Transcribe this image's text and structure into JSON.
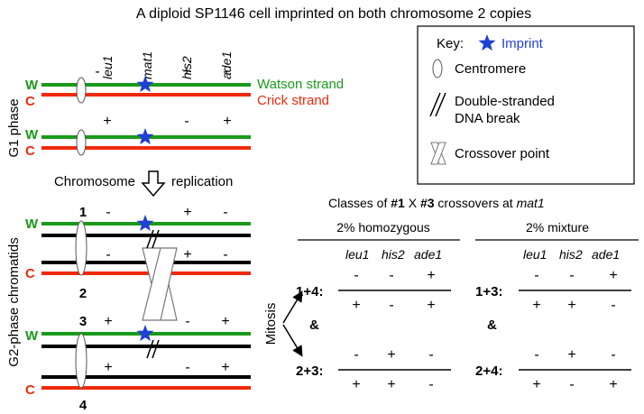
{
  "title": "A diploid SP1146 cell imprinted on both chromosome 2 copies",
  "phases": {
    "g1": "G1 phase",
    "g2": "G2-phase chromatids"
  },
  "genes": [
    "leu1",
    "mat1",
    "his2",
    "ade1"
  ],
  "strands": {
    "w": "W",
    "c": "C",
    "watson": "Watson strand",
    "crick": "Crick strand"
  },
  "g1_markers": {
    "chromosome_a": {
      "leu1": "-",
      "his2": "+",
      "ade1": "-"
    },
    "chromosome_b": {
      "leu1": "+",
      "his2": "-",
      "ade1": "+"
    }
  },
  "replication": {
    "left": "Chromosome",
    "right": "replication"
  },
  "chromatid_numbers": [
    "1",
    "2",
    "3",
    "4"
  ],
  "g2_markers": {
    "c1": {
      "leu1": "-",
      "his2": "+",
      "ade1": "-"
    },
    "c2": {
      "leu1": "-",
      "his2": "+",
      "ade1": "-"
    },
    "c3": {
      "leu1": "+",
      "his2": "-",
      "ade1": "+"
    },
    "c4": {
      "leu1": "+",
      "his2": "-",
      "ade1": "+"
    }
  },
  "key": {
    "title": "Key:",
    "imprint": "Imprint",
    "centromere": "Centromere",
    "dsb_line1": "Double-stranded",
    "dsb_line2": "DNA break",
    "crossover": "Crossover point"
  },
  "classes": {
    "title_pre": "Classes of ",
    "title_n1": "#1",
    "title_mid": " X ",
    "title_n3": "#3",
    "title_post": " crossovers at ",
    "title_locus": "mat1",
    "homozygous": "2% homozygous",
    "mixture": "2% mixture",
    "mitosis": "Mitosis",
    "amp": "&",
    "header_genes": [
      "leu1",
      "his2",
      "ade1"
    ],
    "left": [
      {
        "label": "1+4:",
        "top": [
          "-",
          "-",
          "+"
        ],
        "bottom": [
          "+",
          "-",
          "+"
        ]
      },
      {
        "label": "2+3:",
        "top": [
          "-",
          "+",
          "-"
        ],
        "bottom": [
          "+",
          "+",
          "-"
        ]
      }
    ],
    "right": [
      {
        "label": "1+3:",
        "top": [
          "-",
          "-",
          "+"
        ],
        "bottom": [
          "+",
          "+",
          "-"
        ]
      },
      {
        "label": "2+4:",
        "top": [
          "-",
          "+",
          "-"
        ],
        "bottom": [
          "+",
          "-",
          "+"
        ]
      }
    ]
  },
  "colors": {
    "watson": "#1a9a1a",
    "crick": "#ee2a0a",
    "black": "#000000",
    "imprint": "#1f3fd6",
    "key_blue": "#1f3fd6"
  }
}
